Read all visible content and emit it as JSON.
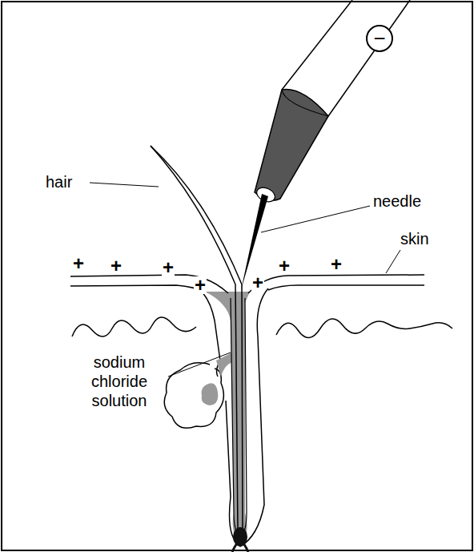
{
  "diagram": {
    "nodes": [
      {
        "text": [
          "−"
        ]
      }
    ],
    "labels": [
      "hair",
      "needle",
      "skin",
      "sodium chloride solution",
      "+",
      "+",
      "+",
      "+",
      "+",
      "+",
      "+"
    ]
  }
}
